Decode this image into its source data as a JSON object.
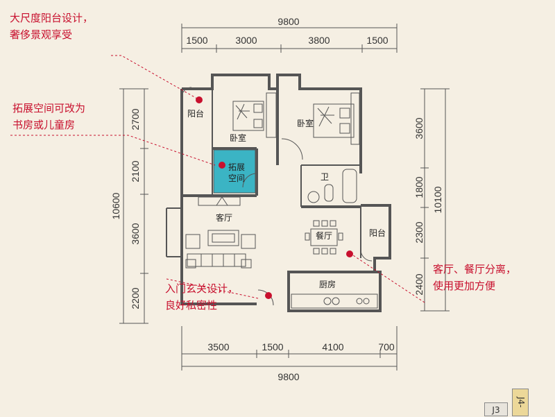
{
  "colors": {
    "background": "#f5efe3",
    "wall": "#555555",
    "annotation_red": "#c8102e",
    "highlight_room": "#3bb4c4",
    "tab_yellow": "#ecd899"
  },
  "dimensions": {
    "top_total": "9800",
    "top_segments": [
      "1500",
      "3000",
      "3800",
      "1500"
    ],
    "bottom_segments": [
      "3500",
      "1500",
      "4100",
      "700"
    ],
    "bottom_total": "9800",
    "left_segments": [
      "2700",
      "2100",
      "3600",
      "2200"
    ],
    "left_total": "10600",
    "right_segments": [
      "3600",
      "1800",
      "2300",
      "2400"
    ],
    "right_total": "10100"
  },
  "rooms": {
    "balcony_nw": "阳台",
    "bedroom_left": "卧室",
    "bedroom_right": "卧室",
    "expand_line1": "拓展",
    "expand_line2": "空间",
    "bathroom": "卫",
    "living": "客厅",
    "dining": "餐厅",
    "balcony_e": "阳台",
    "kitchen": "厨房"
  },
  "annotations": {
    "balcony": "大尺度阳台设计，\n奢侈景观享受",
    "expand": "拓展空间可改为\n书房或儿童房",
    "entrance": "入门玄关设计，\n良好私密性",
    "separation": "客厅、餐厅分离，\n使用更加方便"
  },
  "tabs": {
    "j3": "J3",
    "j4": "J4-"
  }
}
